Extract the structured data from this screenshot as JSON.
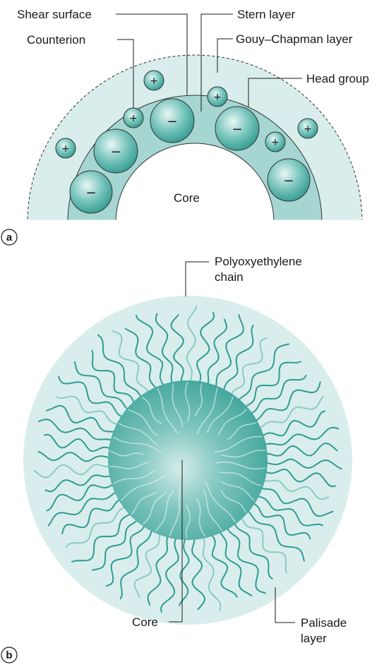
{
  "panel_a": {
    "letter": "a",
    "labels": {
      "shear_surface": "Shear surface",
      "stern_layer": "Stern layer",
      "counterion": "Counterion",
      "gouy_chapman_layer": "Gouy–Chapman layer",
      "head_group": "Head group",
      "core": "Core"
    },
    "signs": {
      "plus": "+",
      "minus": "−"
    }
  },
  "panel_b": {
    "letter": "b",
    "labels": {
      "polyoxyethylene_line1": "Polyoxyethylene",
      "polyoxyethylene_line2": "chain",
      "palisade_line1": "Palisade",
      "palisade_line2": "layer",
      "core": "Core"
    }
  },
  "colors": {
    "outer_layer": "#d9eeec",
    "stern_layer": "#a6d6d1",
    "ion_fill": "#3ea89f",
    "chain": "#2f9c92",
    "core_b": "#3da49a"
  }
}
